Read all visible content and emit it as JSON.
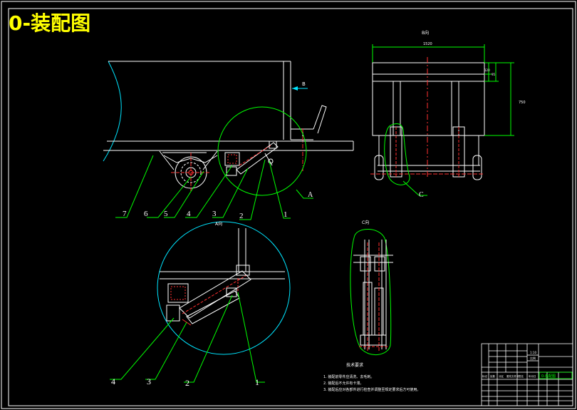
{
  "drawing_title": "0-装配图",
  "views": {
    "main_arrow": "B",
    "detail_circle": "A",
    "b_view_title": "B向",
    "b_view_width": "1520",
    "b_view_height": "750",
    "b_view_dim_1": "120",
    "b_view_dim_2": "95",
    "c_circle": "C",
    "a_view_title": "A向",
    "c_view_title": "C向"
  },
  "part_labels_main": [
    "7",
    "6",
    "5",
    "4",
    "3",
    "2",
    "1"
  ],
  "part_labels_detail": [
    "4",
    "3",
    "2",
    "1"
  ],
  "tech_requirements": {
    "title": "技术要求",
    "items": [
      "1. 装配前零件应清洗、去毛刺。",
      "2. 装配后不允许有卡滞。",
      "3. 装配后应对各部件进行检查并调整至规定要求后方可使用。"
    ]
  },
  "title_block": {
    "drawing_name": "0-装配图",
    "scale": "1:10",
    "ratio": "比例",
    "header_cells": [
      "标记",
      "处数",
      "分区",
      "更改文件号",
      "签名",
      "年月日"
    ]
  }
}
